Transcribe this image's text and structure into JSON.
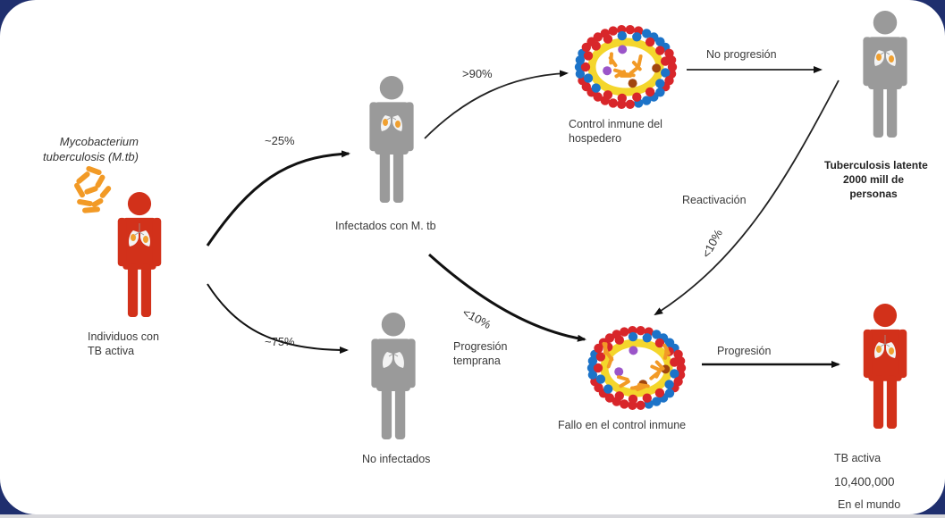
{
  "title": "Tuberculosis progression diagram",
  "colors": {
    "frame": "#1f2f6e",
    "active_tb": "#d2311a",
    "person_gray": "#9a9a9a",
    "bacteria": "#f29a26",
    "cell_red": "#d8262a",
    "cell_blue": "#1c73c8",
    "cell_yellow": "#f4d62c",
    "cell_purple": "#9b55c9",
    "cell_brown": "#a1460f"
  },
  "nodes": {
    "source": {
      "bacteria_label_line1": "Mycobacterium",
      "bacteria_label_line2": "tuberculosis (M.tb)",
      "label_line1": "Individuos con",
      "label_line2": "TB activa"
    },
    "infected": {
      "label": "Infectados con M. tb"
    },
    "not_infected": {
      "label": "No infectados"
    },
    "immune_control": {
      "label_line1": "Control inmune del",
      "label_line2": "hospedero"
    },
    "latent": {
      "label_line1": "Tuberculosis latente",
      "label_line2": "2000 mill de",
      "label_line3": "personas"
    },
    "immune_failure": {
      "label": "Fallo en el control inmune"
    },
    "active": {
      "label": "TB activa",
      "count": "10,400,000",
      "scope": "En el mundo"
    }
  },
  "edges": {
    "to_infected": {
      "label": "~25%"
    },
    "to_not_infected": {
      "label": "~75%"
    },
    "to_control": {
      "label": ">90%"
    },
    "no_progression": {
      "label": "No progresión"
    },
    "reactivation": {
      "label": "Reactivación",
      "pct": "<10%"
    },
    "early_progression": {
      "pct": "<10%",
      "label_line1": "Progresión",
      "label_line2": "temprana"
    },
    "progression": {
      "label": "Progresión"
    }
  }
}
